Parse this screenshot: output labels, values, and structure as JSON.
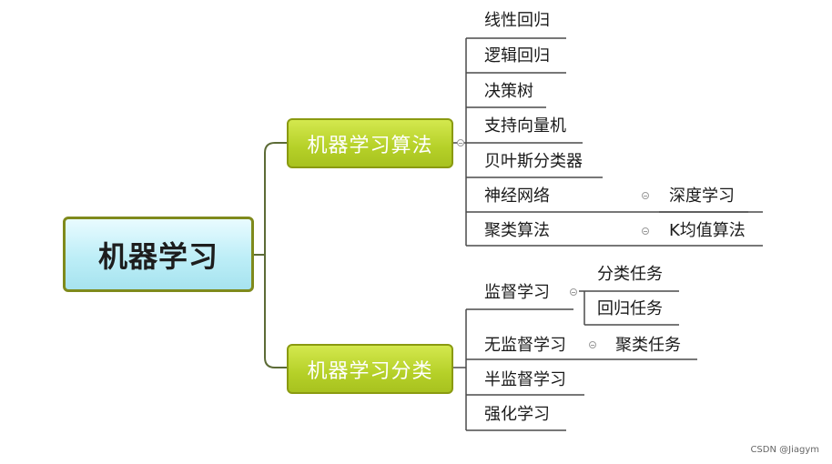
{
  "root": {
    "label": "机器学习"
  },
  "branches": [
    {
      "label": "机器学习算法",
      "children": [
        {
          "label": "线性回归"
        },
        {
          "label": "逻辑回归"
        },
        {
          "label": "决策树"
        },
        {
          "label": "支持向量机"
        },
        {
          "label": "贝叶斯分类器"
        },
        {
          "label": "神经网络",
          "children": [
            {
              "label": "深度学习"
            }
          ]
        },
        {
          "label": "聚类算法",
          "children": [
            {
              "label": "K均值算法"
            }
          ]
        }
      ]
    },
    {
      "label": "机器学习分类",
      "children": [
        {
          "label": "监督学习",
          "children": [
            {
              "label": "分类任务"
            },
            {
              "label": "回归任务"
            }
          ]
        },
        {
          "label": "无监督学习",
          "children": [
            {
              "label": "聚类任务"
            }
          ]
        },
        {
          "label": "半监督学习"
        },
        {
          "label": "强化学习"
        }
      ]
    }
  ],
  "watermark": "CSDN @Jiagym",
  "colors": {
    "branch_fill": "#b5d028",
    "line": "#556b2f",
    "root_fill": "#bdeef7"
  }
}
